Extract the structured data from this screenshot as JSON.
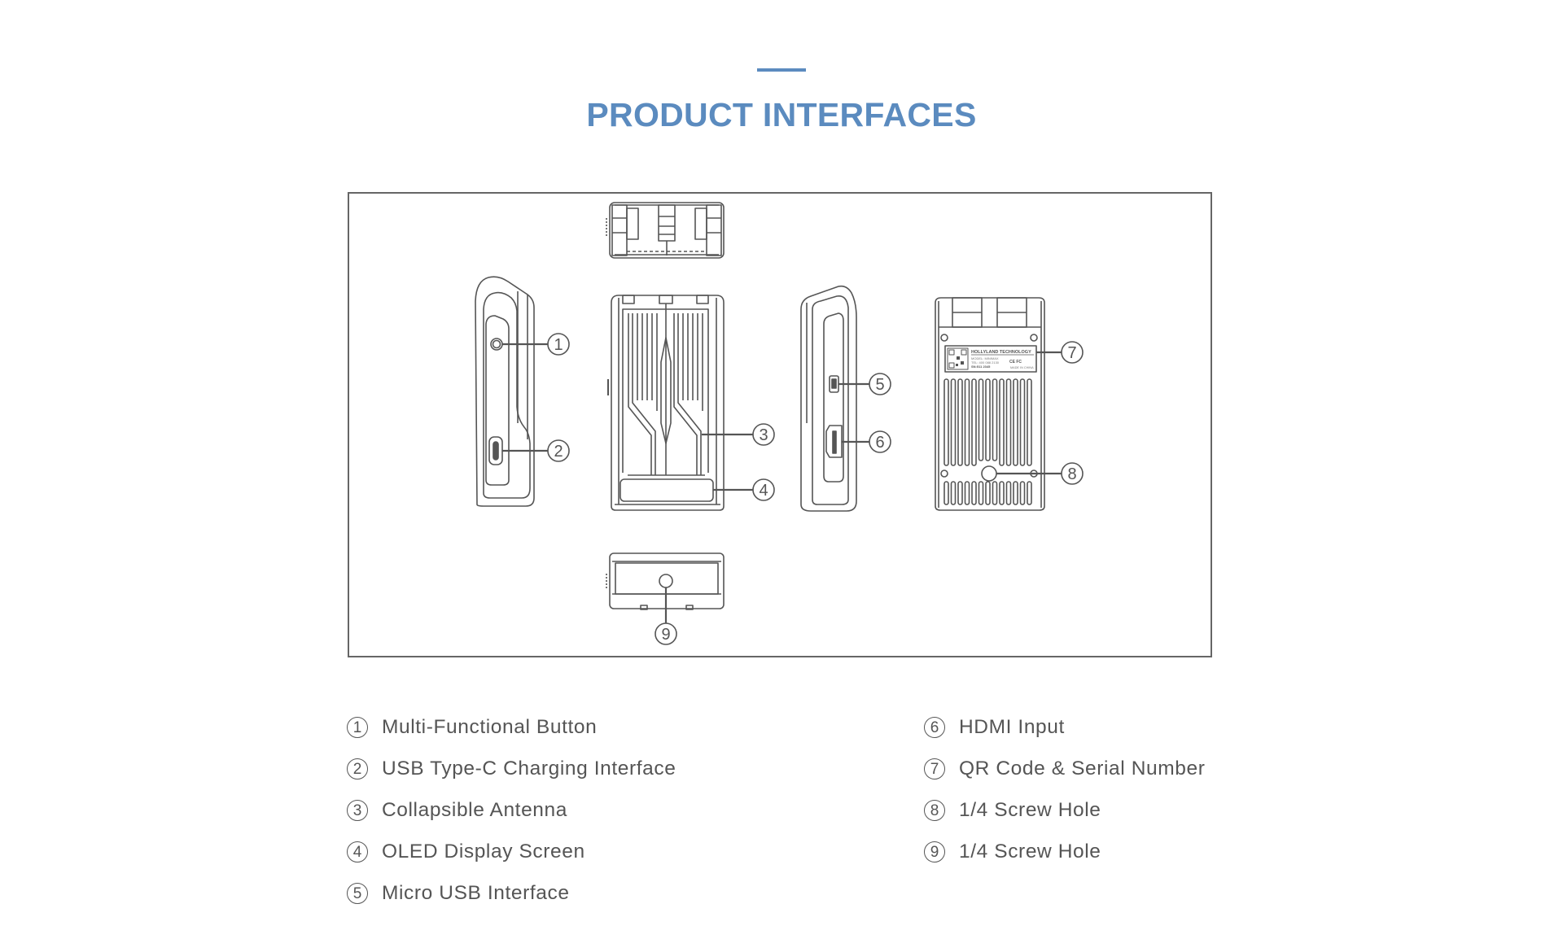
{
  "header": {
    "title": "PRODUCT INTERFACES",
    "accent_color": "#5b8bbf"
  },
  "diagram": {
    "views": [
      "top-view",
      "left-side-view",
      "front-view",
      "right-side-view",
      "back-view",
      "bottom-view"
    ],
    "callouts": [
      "1",
      "2",
      "3",
      "4",
      "5",
      "6",
      "7",
      "8",
      "9"
    ],
    "device_label": {
      "brand": "HOLLYLAND TECHNOLOGY",
      "model": "MODEL: MINIMAX",
      "tel": "TEL: 400 088 2130",
      "sn": "SN:511 2345",
      "certs": "CE FC",
      "origin": "MADE IN CHINA"
    }
  },
  "legend": {
    "left": [
      {
        "num": "1",
        "label": "Multi-Functional Button"
      },
      {
        "num": "2",
        "label": "USB Type-C Charging Interface"
      },
      {
        "num": "3",
        "label": "Collapsible Antenna"
      },
      {
        "num": "4",
        "label": "OLED Display Screen"
      },
      {
        "num": "5",
        "label": "Micro USB Interface"
      }
    ],
    "right": [
      {
        "num": "6",
        "label": "HDMI Input"
      },
      {
        "num": "7",
        "label": "QR Code & Serial Number"
      },
      {
        "num": "8",
        "label": "1/4 Screw Hole"
      },
      {
        "num": "9",
        "label": "1/4 Screw Hole"
      }
    ]
  }
}
